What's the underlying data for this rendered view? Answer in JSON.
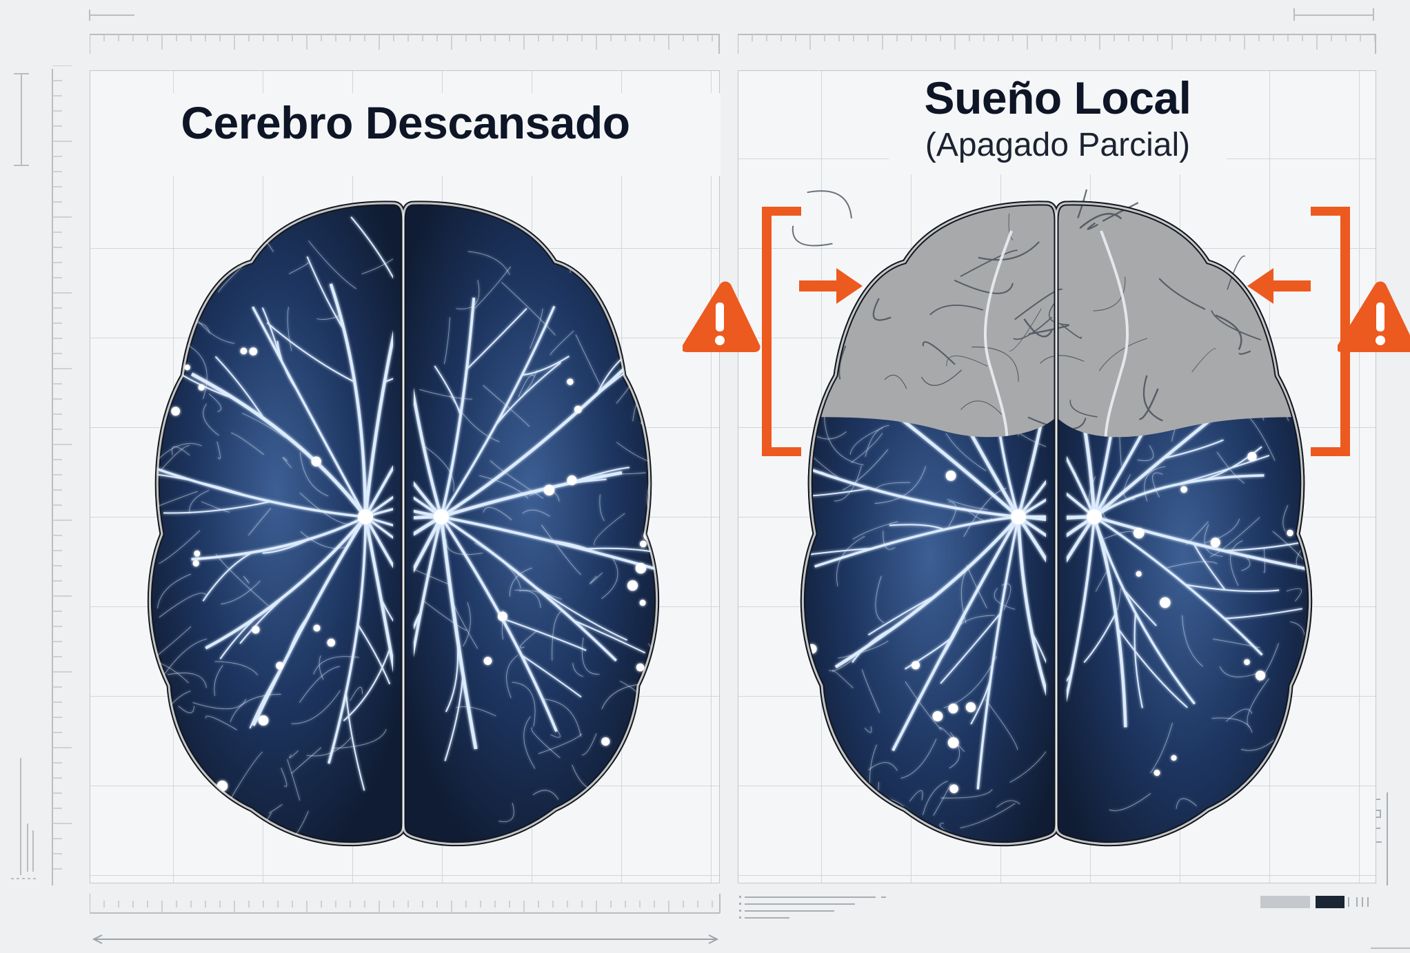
{
  "panels": {
    "left": {
      "title": "Cerebro Descansado"
    },
    "right": {
      "title": "Sueño Local",
      "subtitle": "(Apagado Parcial)"
    }
  },
  "icons": {
    "warning": "warning-triangle-icon",
    "arrow_in": "arrow-right-icon",
    "arrow_in_right": "arrow-left-icon",
    "bracket_left": "bracket-left-icon",
    "bracket_right": "bracket-right-icon"
  },
  "colors": {
    "accent": "#ec5a1f",
    "brain_dark": "#1c3258",
    "brain_glow": "#e6f2ff",
    "inactive_gray": "#a9aaac",
    "outline": "#14171d",
    "grid": "#d2d6da"
  }
}
